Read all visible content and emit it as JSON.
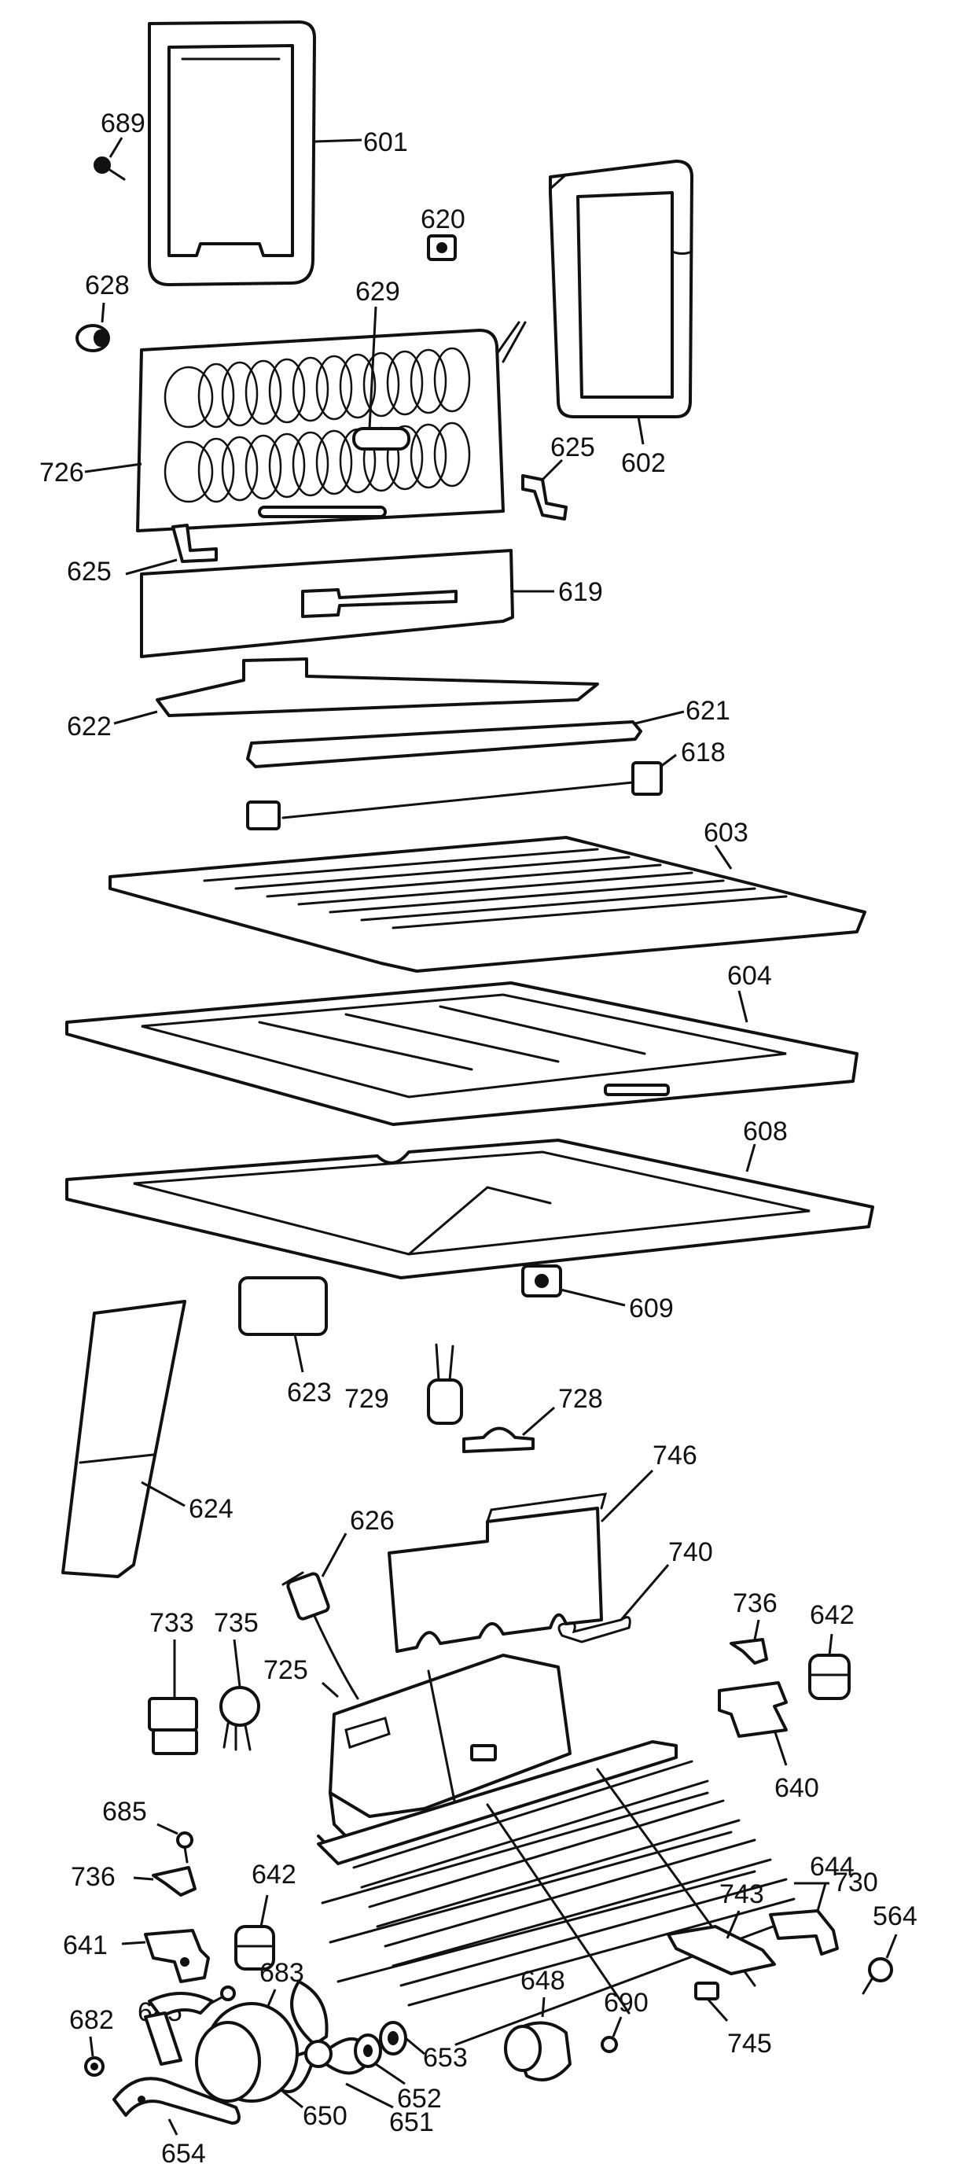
{
  "callouts": {
    "c601": "601",
    "c602": "602",
    "c603": "603",
    "c604": "604",
    "c608": "608",
    "c609": "609",
    "c618": "618",
    "c619": "619",
    "c620": "620",
    "c621": "621",
    "c622": "622",
    "c623": "623",
    "c624": "624",
    "c625a": "625",
    "c625b": "625",
    "c626": "626",
    "c628": "628",
    "c629": "629",
    "c640": "640",
    "c641": "641",
    "c642a": "642",
    "c642b": "642",
    "c644": "644",
    "c648": "648",
    "c650": "650",
    "c651": "651",
    "c652": "652",
    "c653": "653",
    "c654": "654",
    "c564": "564",
    "c682": "682",
    "c683": "683",
    "c685a": "685",
    "c685b": "685",
    "c689": "689",
    "c690": "690",
    "c725": "725",
    "c726": "726",
    "c728": "728",
    "c729": "729",
    "c730": "730",
    "c733": "733",
    "c735": "735",
    "c736a": "736",
    "c736b": "736",
    "c740": "740",
    "c743": "743",
    "c745": "745",
    "c746": "746"
  },
  "colors": {
    "ink": "#111111",
    "paper": "#ffffff"
  }
}
